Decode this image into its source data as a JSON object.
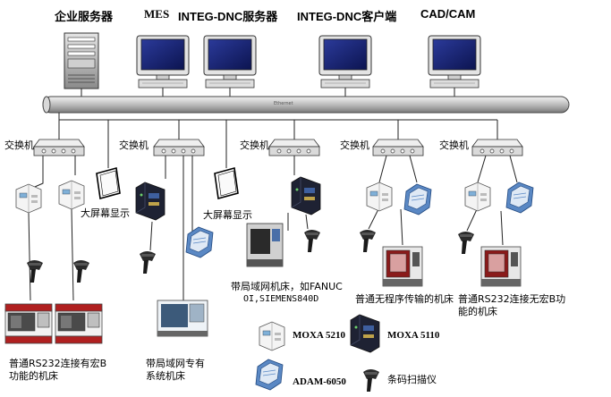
{
  "top": {
    "enterprise_server": "企业服务器",
    "mes": "MES",
    "dnc_server": "INTEG-DNC服务器",
    "dnc_client": "INTEG-DNC客户端",
    "cad_cam": "CAD/CAM"
  },
  "bus_label": "Ethernet",
  "switch_label": "交换机",
  "screen_label": "大屏幕显示",
  "captions": {
    "group1": "普通RS232连接有宏B功能的机床",
    "group2": "带局域网专有系统机床",
    "group3_line1": "带局域网机床，如FANUC",
    "group3_line2": "OI,SIEMENS840D",
    "group4": "普通无程序传输的机床",
    "group5": "普通RS232连接无宏B功能的机床"
  },
  "legend": {
    "moxa5210": "MOXA 5210",
    "moxa5110": "MOXA 5110",
    "adam6050": "ADAM-6050",
    "scanner": "条码扫描仪"
  },
  "colors": {
    "bus": "#b8b8b8",
    "device_body": "#dcdcdc",
    "screen": "#1a1a6e",
    "lathe_red": "#b02020",
    "adam_blue": "#3a6fb0"
  }
}
